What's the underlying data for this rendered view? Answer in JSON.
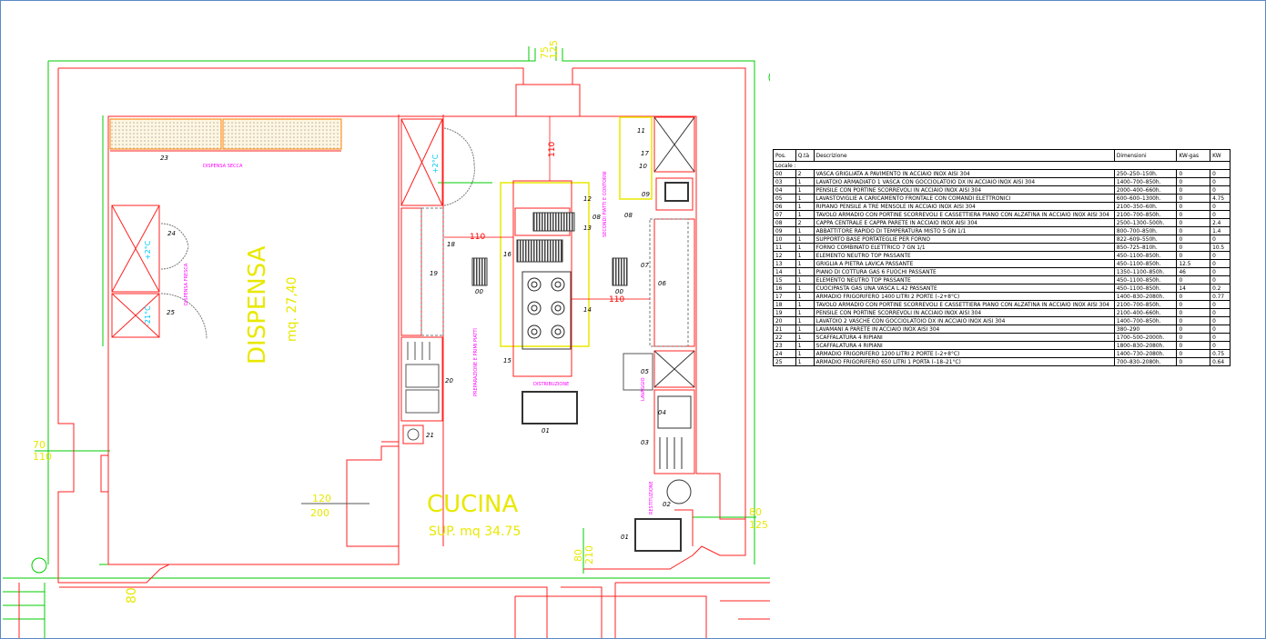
{
  "colors": {
    "wall": "#ff2020",
    "aux": "#00cc00",
    "dim": "#ff0000",
    "label_yellow": "#e8e800",
    "label_magenta": "#ff00ff",
    "label_cyan": "#00c8ff",
    "text": "#000000",
    "frame": "#5b89c6"
  },
  "rooms": {
    "dispensa": {
      "name": "DISPENSA",
      "area": "mq. 27,40"
    },
    "cucina": {
      "name": "CUCINA",
      "area": "SUP. mq 34.75"
    }
  },
  "zone_labels": {
    "dispensa_secca": "DISPENSA SECCA",
    "dispensa_fresca": "DISPENSA FRESCA",
    "preparazione": "PREPARAZIONE E PRIMI PIATTI",
    "secondi": "SECONDI PIATTI E CONTORNI",
    "distribuzione": "DISTRIBUZIONE",
    "restituzione": "RESTITUZIONE",
    "lavaggio": "LAVAGGIO"
  },
  "temps": {
    "pos2": "+2°C",
    "neg21": "-21°C",
    "pos2b": "+2°C"
  },
  "dimensions": {
    "top_a": "75",
    "top_b": "125",
    "left_a": "70",
    "left_b": "110",
    "door_a": "120",
    "door_b": "200",
    "right_a": "80",
    "right_b": "125",
    "bottom_a": "80",
    "bottom_b": "210",
    "lower": "80",
    "h110_top": "110",
    "h110_left": "110",
    "h110_right": "110"
  },
  "item_numbers": [
    "23",
    "24",
    "25",
    "18",
    "19",
    "20",
    "21",
    "16",
    "12",
    "13",
    "14",
    "15",
    "00",
    "00",
    "08",
    "08",
    "07",
    "06",
    "09",
    "10",
    "11",
    "05",
    "04",
    "03",
    "02",
    "01",
    "01",
    "17"
  ],
  "legend": {
    "headers": {
      "pos": "Pos.",
      "qta": "Q.tà",
      "desc": "Descrizione",
      "dim": "Dimensioni",
      "kwgas": "KW-gas",
      "kw": "KW"
    },
    "group": "Locale :",
    "rows": [
      {
        "pos": "00",
        "qta": "2",
        "desc": "VASCA GRIGLIATA A PAVIMENTO IN ACCIAIO INOX AISI 304",
        "dim": "250–250–150h.",
        "kwgas": "0",
        "kw": "0"
      },
      {
        "pos": "03",
        "qta": "1",
        "desc": "LAVATOIO ARMADIATO 1 VASCA CON GOCCIOLATOIO DX IN ACCIAIO INOX AISI 304",
        "dim": "1400–700–850h.",
        "kwgas": "0",
        "kw": "0"
      },
      {
        "pos": "04",
        "qta": "1",
        "desc": "PENSILE CON PORTINE SCORREVOLI IN ACCIAIO INOX AISI 304",
        "dim": "2000–400–660h.",
        "kwgas": "0",
        "kw": "0"
      },
      {
        "pos": "05",
        "qta": "1",
        "desc": "LAVASTOVIGLIE A CARICAMENTO FRONTALE CON COMANDI ELETTRONICI",
        "dim": "600–600–1300h.",
        "kwgas": "0",
        "kw": "4.75"
      },
      {
        "pos": "06",
        "qta": "1",
        "desc": "RIPIANO PENSILE A TRE MENSOLE IN ACCIAIO INOX AISI 304",
        "dim": "2100–350–60h.",
        "kwgas": "0",
        "kw": "0"
      },
      {
        "pos": "07",
        "qta": "1",
        "desc": "TAVOLO ARMADIO CON PORTINE SCORREVOLI E CASSETTIERA PIANO CON ALZATINA IN ACCIAIO INOX AISI 304",
        "dim": "2100–700–850h.",
        "kwgas": "0",
        "kw": "0"
      },
      {
        "pos": "08",
        "qta": "2",
        "desc": "CAPPA CENTRALE E CAPPA PARETE IN ACCIAIO INOX AISI 304",
        "dim": "2500–1300–500h.",
        "kwgas": "0",
        "kw": "2.4"
      },
      {
        "pos": "09",
        "qta": "1",
        "desc": "ABBATTITORE RAPIDO DI TEMPERATURA MISTO 5 GN 1/1",
        "dim": "800–700–850h.",
        "kwgas": "0",
        "kw": "1.4"
      },
      {
        "pos": "10",
        "qta": "1",
        "desc": "SUPPORTO BASE PORTATEGLIE PER FORNO",
        "dim": "822–609–550h.",
        "kwgas": "0",
        "kw": "0"
      },
      {
        "pos": "11",
        "qta": "1",
        "desc": "FORNO COMBINATO ELETTRICO 7 GN 1/1",
        "dim": "850–725–810h.",
        "kwgas": "0",
        "kw": "10.5"
      },
      {
        "pos": "12",
        "qta": "1",
        "desc": "ELEMENTO NEUTRO TOP PASSANTE",
        "dim": "450–1100–850h.",
        "kwgas": "0",
        "kw": "0"
      },
      {
        "pos": "13",
        "qta": "1",
        "desc": "GRIGLIA A PIETRA LAVICA PASSANTE",
        "dim": "450–1100–850h.",
        "kwgas": "12.5",
        "kw": "0"
      },
      {
        "pos": "14",
        "qta": "1",
        "desc": "PIANO DI COTTURA GAS 6 FUOCHI PASSANTE",
        "dim": "1350–1100–850h.",
        "kwgas": "46",
        "kw": "0"
      },
      {
        "pos": "15",
        "qta": "1",
        "desc": "ELEMENTO NEUTRO TOP PASSANTE",
        "dim": "450–1100–850h.",
        "kwgas": "0",
        "kw": "0"
      },
      {
        "pos": "16",
        "qta": "1",
        "desc": "CUOCIPASTA GAS UNA VASCA L.42 PASSANTE",
        "dim": "450–1100–850h.",
        "kwgas": "14",
        "kw": "0.2"
      },
      {
        "pos": "17",
        "qta": "1",
        "desc": "ARMADIO FRIGORIFERO 1400 LITRI 2 PORTE (–2+8°C)",
        "dim": "1400–830–2080h.",
        "kwgas": "0",
        "kw": "0.77"
      },
      {
        "pos": "18",
        "qta": "1",
        "desc": "TAVOLO ARMADIO CON PORTINE SCORREVOLI E CASSETTIERA PIANO CON ALZATINA IN ACCIAIO INOX AISI 304",
        "dim": "2100–700–850h.",
        "kwgas": "0",
        "kw": "0"
      },
      {
        "pos": "19",
        "qta": "1",
        "desc": "PENSILE CON PORTINE SCORREVOLI IN ACCIAIO INOX AISI 304",
        "dim": "2100–400–660h.",
        "kwgas": "0",
        "kw": "0"
      },
      {
        "pos": "20",
        "qta": "1",
        "desc": "LAVATOIO 2 VASCHE CON GOCCIOLATOIO DX IN ACCIAIO INOX AISI 304",
        "dim": "1400–700–850h.",
        "kwgas": "0",
        "kw": "0"
      },
      {
        "pos": "21",
        "qta": "1",
        "desc": "LAVAMANI A PARETE IN ACCIAIO INOX AISI 304",
        "dim": "380–290",
        "kwgas": "0",
        "kw": "0"
      },
      {
        "pos": "22",
        "qta": "1",
        "desc": "SCAFFALATURA 4 RIPIANI",
        "dim": "1700–500–2000h.",
        "kwgas": "0",
        "kw": "0"
      },
      {
        "pos": "23",
        "qta": "1",
        "desc": "SCAFFALATURA 4 RIPIANI",
        "dim": "1800–830–2080h.",
        "kwgas": "0",
        "kw": "0"
      },
      {
        "pos": "24",
        "qta": "1",
        "desc": "ARMADIO FRIGORIFERO 1200 LITRI 2 PORTE (–2+8°C)",
        "dim": "1400–730–2080h.",
        "kwgas": "0",
        "kw": "0.75"
      },
      {
        "pos": "25",
        "qta": "1",
        "desc": "ARMADIO FRIGORIFERO 650 LITRI 1 PORTA (–18–21°C)",
        "dim": "700–830–2080h.",
        "kwgas": "0",
        "kw": "0.64"
      }
    ]
  }
}
